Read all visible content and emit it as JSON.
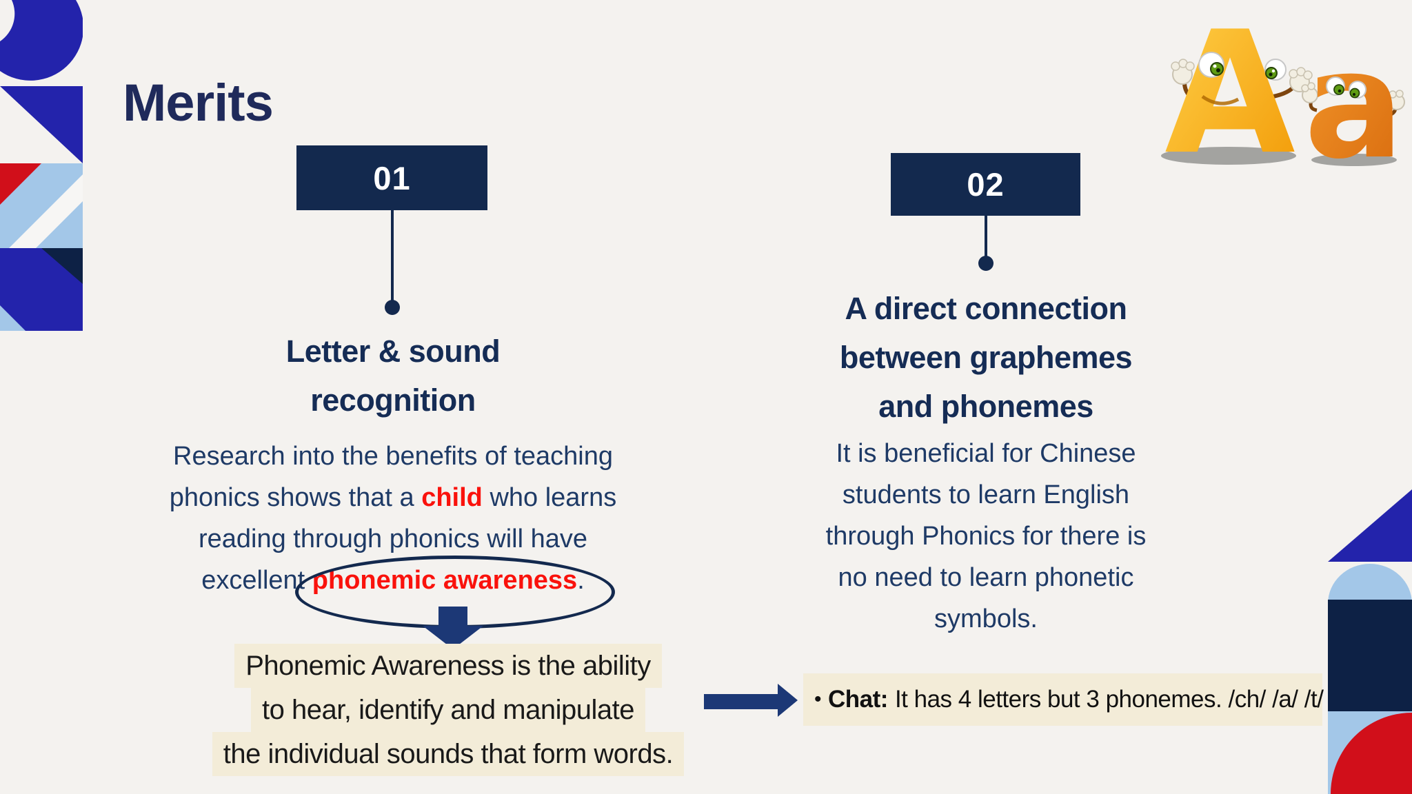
{
  "title": "Merits",
  "cartoon": {
    "big_letter": "A",
    "small_letter": "a"
  },
  "columns": [
    {
      "number": "01",
      "heading_lines": [
        "Letter & sound",
        "recognition"
      ],
      "para_lines": [
        {
          "pre": "Research into the benefits of teaching"
        },
        {
          "pre": "phonics shows that a ",
          "red": "child",
          "post": " who learns"
        },
        {
          "pre": "reading through phonics will have"
        },
        {
          "pre": "excellent ",
          "red": "phonemic awareness",
          "post": "."
        }
      ]
    },
    {
      "number": "02",
      "heading_lines": [
        "A direct connection",
        "between graphemes",
        "and phonemes"
      ],
      "para_lines": [
        "It is beneficial for Chinese",
        "students to learn English",
        "through Phonics for there is",
        "no need to learn phonetic",
        "symbols."
      ]
    }
  ],
  "definition_box": {
    "lines": [
      "Phonemic Awareness is the ability",
      "to hear, identify and manipulate",
      "the individual sounds that form words."
    ]
  },
  "chat_note": {
    "bullet": "•",
    "label": "Chat:",
    "text": "It has 4 letters but 3 phonemes. /ch/ /a/ /t/"
  },
  "colors": {
    "background": "#f4f2ef",
    "navy": "#13294e",
    "heading_navy": "#152c55",
    "body_navy": "#1e3a66",
    "accent_red_text": "#fa120c",
    "royal_blue": "#2323ab",
    "deco_dark_navy": "#0d2145",
    "deco_light_blue": "#a3c7e8",
    "deco_red": "#d10f1a",
    "beige_highlight": "#f3ecd8",
    "arrow_blue": "#1c3876"
  }
}
